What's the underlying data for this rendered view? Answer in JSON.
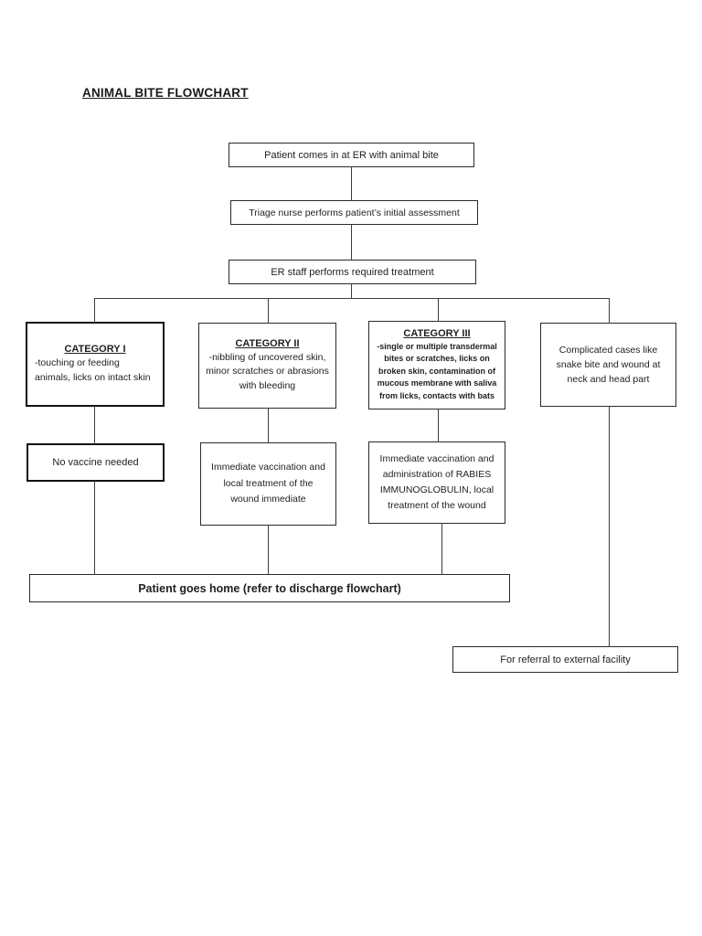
{
  "page": {
    "title": "ANIMAL BITE FLOWCHART"
  },
  "flowchart": {
    "steps": {
      "arrival": "Patient comes in at ER with animal bite",
      "triage": "Triage nurse performs patient’s initial assessment",
      "er_treatment": "ER staff performs required treatment"
    },
    "categories": {
      "cat1": {
        "heading": "CATEGORY I",
        "body": "-touching or feeding animals, licks on intact skin"
      },
      "cat2": {
        "heading": "CATEGORY II",
        "body": "-nibbling of uncovered skin, minor scratches or abrasions with bleeding"
      },
      "cat3": {
        "heading": "CATEGORY III",
        "body": "-single or multiple transdermal bites or scratches, licks on broken skin, contamination of mucous membrane with saliva from licks, contacts with bats"
      },
      "complicated": {
        "body": "Complicated cases like snake bite and wound at neck and head part"
      }
    },
    "actions": {
      "no_vaccine": "No vaccine needed",
      "vaccinate_local": "Immediate vaccination and local treatment of the wound immediate",
      "vaccinate_rig": "Immediate vaccination and administration of RABIES IMMUNOGLOBULIN, local treatment of the wound"
    },
    "outcomes": {
      "home": "Patient goes home (refer to discharge flowchart)",
      "referral": "For referral to external facility"
    }
  },
  "colors": {
    "background": "#ffffff",
    "border": "#2a2a2a",
    "text": "#1f1f1f"
  }
}
